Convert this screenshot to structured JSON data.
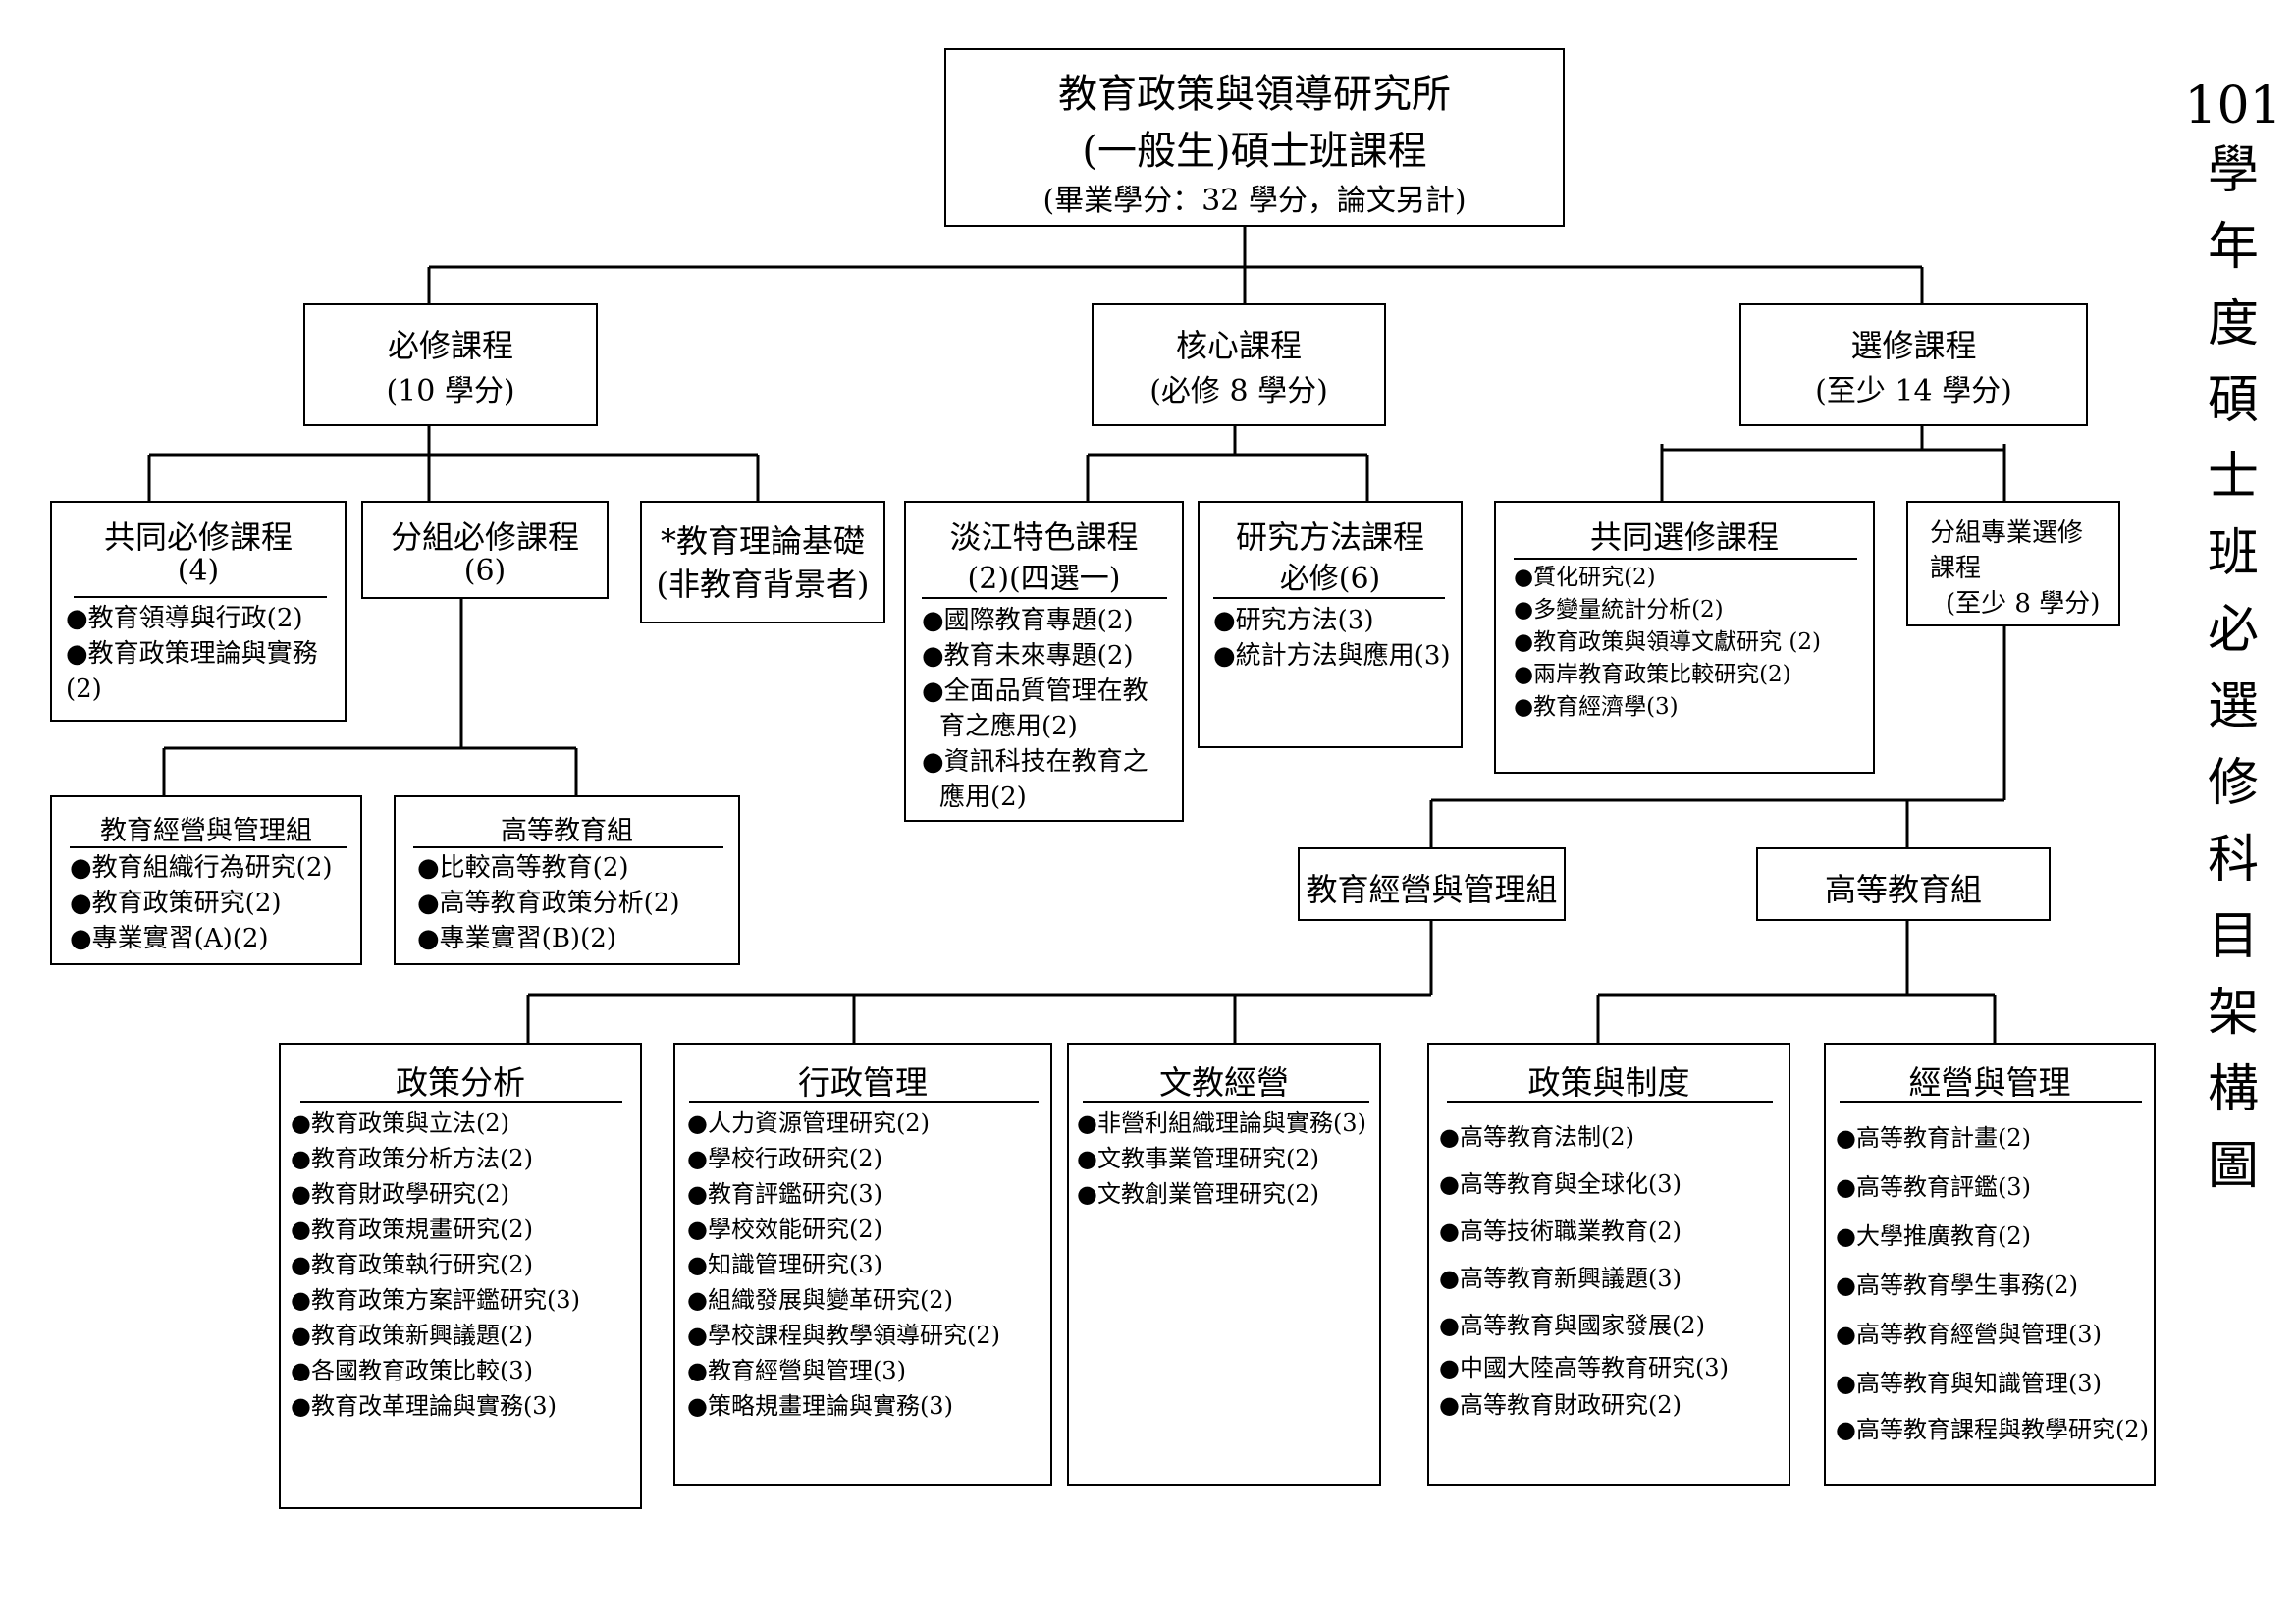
{
  "top": {
    "title1": "教育政策與領導研究所",
    "title2": "(一般生)碩士班課程",
    "credits": "(畢業學分：32 學分，論文另計)"
  },
  "required": {
    "title": "必修課程",
    "sub": "(10 學分)"
  },
  "core": {
    "title": "核心課程",
    "sub": "(必修 8 學分)"
  },
  "elective": {
    "title": "選修課程",
    "sub": "(至少 14 學分)"
  },
  "common_required": {
    "title1": "共同必修課程",
    "title2": "(4)",
    "items": [
      "●教育領導與行政(2)",
      "●教育政策理論與實務",
      "(2)"
    ]
  },
  "group_required": {
    "title1": "分組必修課程",
    "title2": "(6)"
  },
  "theory": {
    "title1": "*教育理論基礎",
    "title2": "(非教育背景者)"
  },
  "tamkang": {
    "title1": "淡江特色課程",
    "title2": "(2)(四選一)",
    "items": [
      "●國際教育專題(2)",
      "●教育未來專題(2)",
      "●全面品質管理在教",
      "育之應用(2)",
      "●資訊科技在教育之",
      "應用(2)"
    ]
  },
  "method": {
    "title1": "研究方法課程",
    "title2": "必修(6)",
    "items": [
      "●研究方法(3)",
      "●統計方法與應用(3)"
    ]
  },
  "common_elective": {
    "title": "共同選修課程",
    "items": [
      "●質化研究(2)",
      "●多變量統計分析(2)",
      "●教育政策與領導文獻研究 (2)",
      "●兩岸教育政策比較研究(2)",
      "●教育經濟學(3)"
    ]
  },
  "group_elective": {
    "line1": "分組專業選修",
    "line2": "課程",
    "line3": "(至少 8 學分)"
  },
  "mgmt_req": {
    "title": "教育經營與管理組",
    "items": [
      "●教育組織行為研究(2)",
      "●教育政策研究(2)",
      "●專業實習(A)(2)"
    ]
  },
  "higher_req": {
    "title": "高等教育組",
    "items": [
      "●比較高等教育(2)",
      "●高等教育政策分析(2)",
      "●專業實習(B)(2)"
    ]
  },
  "mgmt_group": {
    "title": "教育經營與管理組"
  },
  "higher_group": {
    "title": "高等教育組"
  },
  "policy_analysis": {
    "title": "政策分析",
    "items": [
      "●教育政策與立法(2)",
      "●教育政策分析方法(2)",
      "●教育財政學研究(2)",
      "●教育政策規畫研究(2)",
      "●教育政策執行研究(2)",
      "●教育政策方案評鑑研究(3)",
      "●教育政策新興議題(2)",
      "●各國教育政策比較(3)",
      "●教育改革理論與實務(3)"
    ]
  },
  "admin": {
    "title": "行政管理",
    "items": [
      "●人力資源管理研究(2)",
      "●學校行政研究(2)",
      "●教育評鑑研究(3)",
      "●學校效能研究(2)",
      "●知識管理研究(3)",
      "●組織發展與變革研究(2)",
      "●學校課程與教學領導研究(2)",
      "●教育經營與管理(3)",
      "●策略規畫理論與實務(3)"
    ]
  },
  "culture": {
    "title": "文教經營",
    "items": [
      "●非營利組織理論與實務(3)",
      "●文教事業管理研究(2)",
      "●文教創業管理研究(2)"
    ]
  },
  "policy_system": {
    "title": "政策與制度",
    "items": [
      "●高等教育法制(2)",
      "●高等教育與全球化(3)",
      "●高等技術職業教育(2)",
      "●高等教育新興議題(3)",
      "●高等教育與國家發展(2)",
      "●中國大陸高等教育研究(3)",
      "●高等教育財政研究(2)"
    ]
  },
  "operation": {
    "title": "經營與管理",
    "items": [
      "●高等教育計畫(2)",
      "●高等教育評鑑(3)",
      "●大學推廣教育(2)",
      "●高等教育學生事務(2)",
      "●高等教育經營與管理(3)",
      "●高等教育與知識管理(3)",
      "●高等教育課程與教學研究(2)"
    ]
  },
  "side_title": {
    "year": "101",
    "chars": [
      "學",
      "年",
      "度",
      "碩",
      "士",
      "班",
      "必",
      "選",
      "修",
      "科",
      "目",
      "架",
      "構",
      "圖"
    ]
  }
}
